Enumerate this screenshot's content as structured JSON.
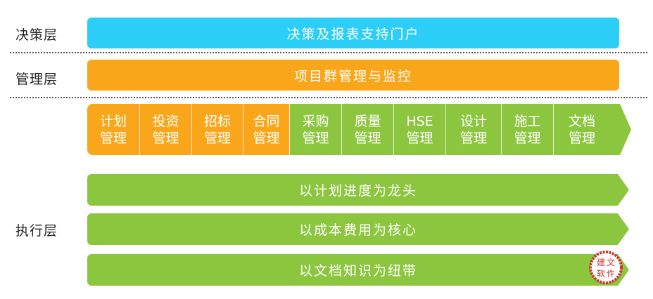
{
  "layers": {
    "decision": "决策层",
    "management": "管理层",
    "execution": "执行层"
  },
  "portal": "决策及报表支持门户",
  "monitor": "项目群管理与监控",
  "modules": [
    {
      "label": "计划管理"
    },
    {
      "label": "投资管理"
    },
    {
      "label": "招标管理"
    },
    {
      "label": "合同管理"
    },
    {
      "label": "采购管理"
    },
    {
      "label": "质量管理"
    },
    {
      "label": "HSE管理"
    },
    {
      "label": "设计管理"
    },
    {
      "label": "施工管理"
    },
    {
      "label": "文档管理"
    }
  ],
  "principles": [
    "以计划进度为龙头",
    "以成本费用为核心",
    "以文档知识为纽带"
  ],
  "seal": {
    "text": "建文软件",
    "color": "#c8372d"
  },
  "colors": {
    "portal": "#2ccdf7",
    "orange": "#f9a61a",
    "green": "#8cc63f"
  }
}
